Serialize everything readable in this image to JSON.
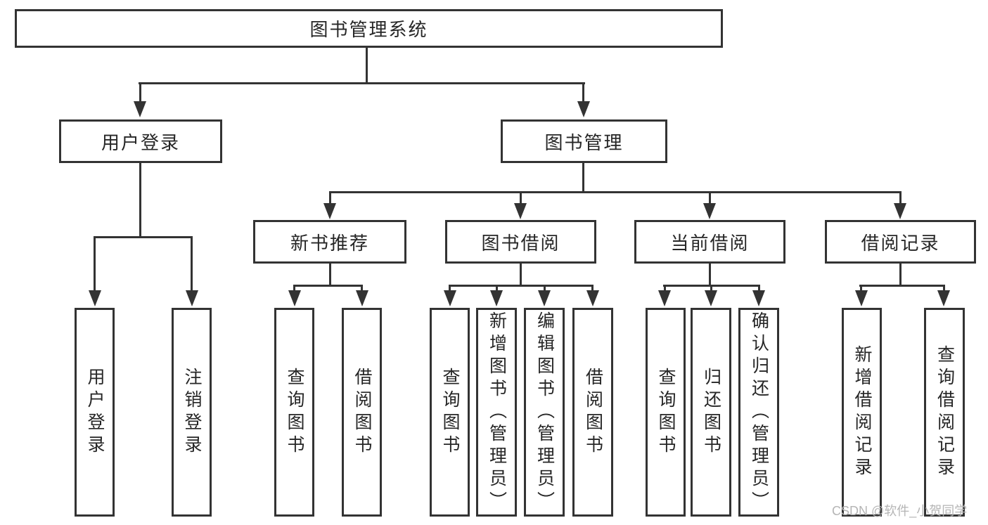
{
  "diagram_title": "图书管理系统",
  "tree": {
    "root": {
      "label": "图书管理系统"
    },
    "branches": [
      {
        "label": "用户登录",
        "children": [
          {
            "label": "用户登录"
          },
          {
            "label": "注销登录"
          }
        ]
      },
      {
        "label": "图书管理",
        "children": [
          {
            "label": "新书推荐",
            "children": [
              {
                "label": "查询图书"
              },
              {
                "label": "借阅图书"
              }
            ]
          },
          {
            "label": "图书借阅",
            "children": [
              {
                "label": "查询图书"
              },
              {
                "label": "新增图书（管理员）"
              },
              {
                "label": "编辑图书（管理员）"
              },
              {
                "label": "借阅图书"
              }
            ]
          },
          {
            "label": "当前借阅",
            "children": [
              {
                "label": "查询图书"
              },
              {
                "label": "归还图书"
              },
              {
                "label": "确认归还（管理员）"
              }
            ]
          },
          {
            "label": "借阅记录",
            "children": [
              {
                "label": "新增借阅记录"
              },
              {
                "label": "查询借阅记录"
              }
            ]
          }
        ]
      }
    ]
  },
  "watermark": {
    "text": "CSDN @软件_小贺同学",
    "color": "#b5b5b5"
  },
  "colors": {
    "line": "#333333",
    "text": "#262626",
    "box_background": "#ffffff",
    "page_background": "#ffffff"
  }
}
